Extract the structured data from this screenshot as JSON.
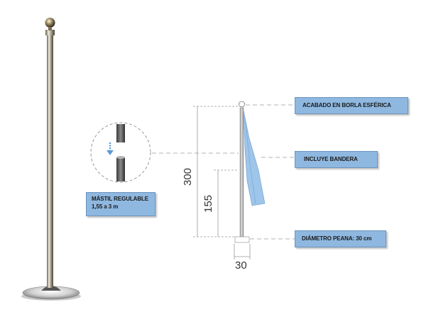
{
  "labels": {
    "finish": "ACABADO EN BORLA ESFÉRICA",
    "flag": "INCLUYE BANDERA",
    "base": "DIÁMETRO PEANA: 30 cm",
    "adjustable_line1": "MÁSTIL REGULABLE",
    "adjustable_line2": "1,55 a 3 m"
  },
  "dimensions": {
    "height_total": "300",
    "height_min": "155",
    "base_diameter": "30"
  },
  "colors": {
    "label_fill": "#8fb8e0",
    "flag": "#9ec5ea",
    "arrow": "#5b9bd5"
  }
}
